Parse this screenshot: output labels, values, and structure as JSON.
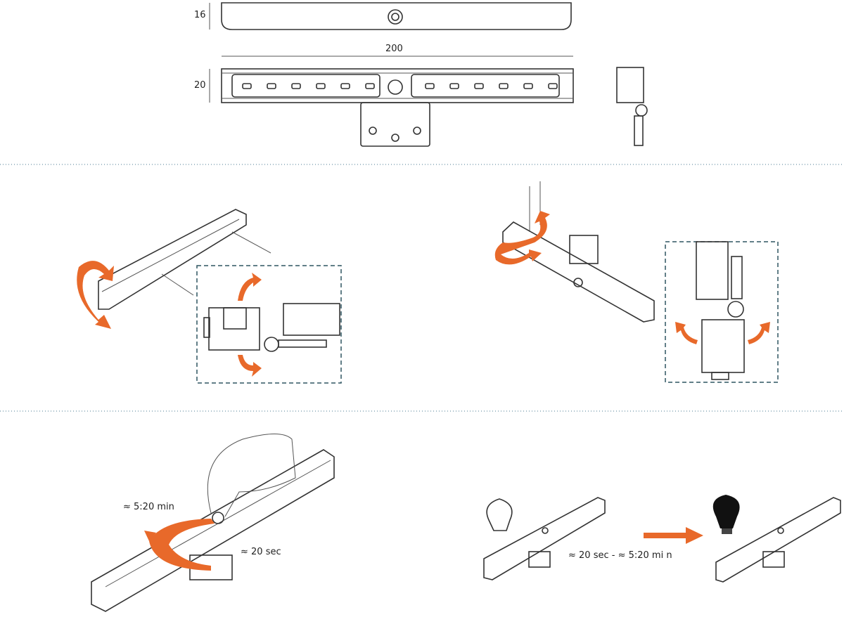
{
  "dimensions": {
    "height_top": "16",
    "length": "200",
    "height_front": "20"
  },
  "labels": {
    "hold_long": "≈ 5:20 min",
    "hold_short": "≈ 20 sec",
    "timer_range": "≈ 20 sec - ≈ 5:20 mi   n"
  },
  "colors": {
    "accent": "#e8692a",
    "frame": "#2f5560",
    "line": "#333333"
  }
}
